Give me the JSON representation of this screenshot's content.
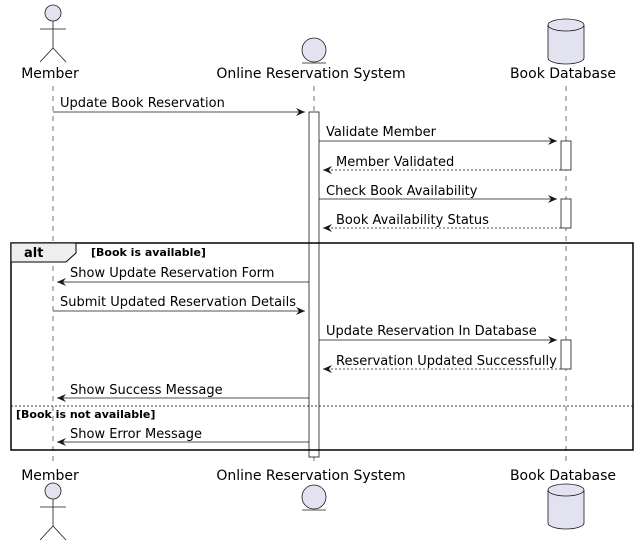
{
  "participants": {
    "member": "Member",
    "system": "Online Reservation System",
    "database": "Book Database"
  },
  "messages": [
    "Update Book Reservation",
    "Validate Member",
    "Member Validated",
    "Check Book Availability",
    "Book Availability Status",
    "Show Update Reservation Form",
    "Submit Updated Reservation Details",
    "Update Reservation In Database",
    "Reservation Updated Successfully",
    "Show Success Message",
    "Show Error Message"
  ],
  "fragment": {
    "keyword": "alt",
    "guard_1": "[Book is available]",
    "guard_2": "[Book is not available]"
  },
  "colors": {
    "participant_fill": "#e2e2f0",
    "participant_stroke": "#181818",
    "lifeline": "#181818",
    "background": "#ffffff"
  }
}
